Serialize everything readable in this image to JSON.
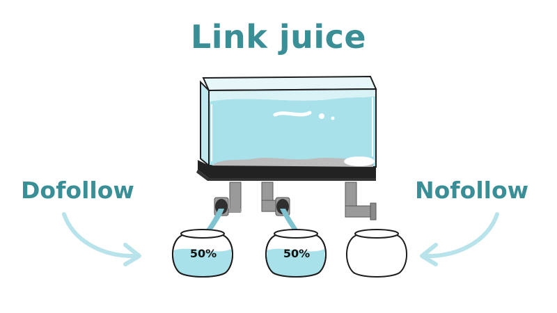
{
  "title": "Link juice",
  "labels": {
    "left": "Dofollow",
    "right": "Nofollow"
  },
  "bowls": [
    {
      "percent_label": "50%",
      "fill": 0.5
    },
    {
      "percent_label": "50%",
      "fill": 0.5
    },
    {
      "percent_label": "",
      "fill": 0
    }
  ],
  "colors": {
    "text": "#3a8f96",
    "water": "#a8e1ea",
    "water_light": "#cdeff4",
    "arrow": "#b8e3ea",
    "pipe": "#9a9a9a",
    "base": "#222222"
  }
}
